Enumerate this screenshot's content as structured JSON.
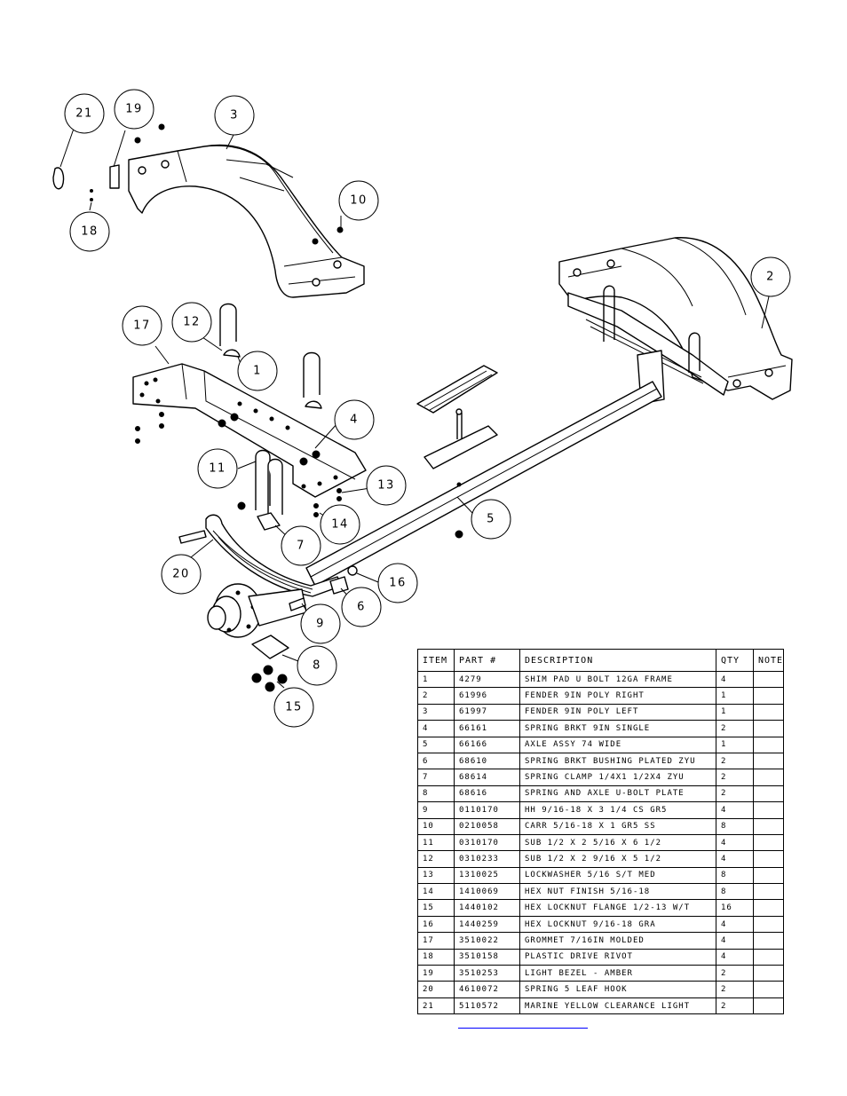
{
  "callouts": [
    "1",
    "2",
    "3",
    "4",
    "5",
    "6",
    "7",
    "8",
    "9",
    "10",
    "11",
    "12",
    "13",
    "14",
    "15",
    "16",
    "17",
    "18",
    "19",
    "20",
    "21"
  ],
  "table": {
    "headers": {
      "item": "ITEM",
      "part": "PART #",
      "description": "DESCRIPTION",
      "qty": "QTY",
      "note": "NOTE"
    },
    "rows": [
      {
        "item": "1",
        "part": "4279",
        "description": "SHIM PAD   U BOLT 12GA FRAME",
        "qty": "4",
        "note": ""
      },
      {
        "item": "2",
        "part": "61996",
        "description": "FENDER  9IN POLY RIGHT",
        "qty": "1",
        "note": ""
      },
      {
        "item": "3",
        "part": "61997",
        "description": "FENDER  9IN POLY LEFT",
        "qty": "1",
        "note": ""
      },
      {
        "item": "4",
        "part": "66161",
        "description": "SPRING BRKT   9IN SINGLE",
        "qty": "2",
        "note": ""
      },
      {
        "item": "5",
        "part": "66166",
        "description": "AXLE ASSY 74 WIDE",
        "qty": "1",
        "note": ""
      },
      {
        "item": "6",
        "part": "68610",
        "description": "SPRING BRKT BUSHING PLATED ZYU",
        "qty": "2",
        "note": ""
      },
      {
        "item": "7",
        "part": "68614",
        "description": "SPRING CLAMP   1/4X1 1/2X4  ZYU",
        "qty": "2",
        "note": ""
      },
      {
        "item": "8",
        "part": "68616",
        "description": "SPRING AND AXLE U-BOLT PLATE",
        "qty": "2",
        "note": ""
      },
      {
        "item": "9",
        "part": "0110170",
        "description": "HH 9/16-18 X 3 1/4 CS GR5",
        "qty": "4",
        "note": ""
      },
      {
        "item": "10",
        "part": "0210058",
        "description": "CARR 5/16-18 X 1 GR5 SS",
        "qty": "8",
        "note": ""
      },
      {
        "item": "11",
        "part": "0310170",
        "description": "SUB 1/2 X 2 5/16 X 6 1/2",
        "qty": "4",
        "note": ""
      },
      {
        "item": "12",
        "part": "0310233",
        "description": "SUB 1/2 X 2 9/16 X 5 1/2",
        "qty": "4",
        "note": ""
      },
      {
        "item": "13",
        "part": "1310025",
        "description": "LOCKWASHER 5/16 S/T MED",
        "qty": "8",
        "note": ""
      },
      {
        "item": "14",
        "part": "1410069",
        "description": "HEX NUT FINISH 5/16-18",
        "qty": "8",
        "note": ""
      },
      {
        "item": "15",
        "part": "1440102",
        "description": "HEX LOCKNUT FLANGE 1/2-13 W/T",
        "qty": "16",
        "note": ""
      },
      {
        "item": "16",
        "part": "1440259",
        "description": "HEX LOCKNUT 9/16-18 GRA",
        "qty": "4",
        "note": ""
      },
      {
        "item": "17",
        "part": "3510022",
        "description": "GROMMET  7/16IN MOLDED",
        "qty": "4",
        "note": ""
      },
      {
        "item": "18",
        "part": "3510158",
        "description": "PLASTIC DRIVE RIVOT",
        "qty": "4",
        "note": ""
      },
      {
        "item": "19",
        "part": "3510253",
        "description": "LIGHT BEZEL - AMBER",
        "qty": "2",
        "note": ""
      },
      {
        "item": "20",
        "part": "4610072",
        "description": "SPRING  5 LEAF HOOK",
        "qty": "2",
        "note": ""
      },
      {
        "item": "21",
        "part": "5110572",
        "description": "MARINE YELLOW CLEARANCE LIGHT",
        "qty": "2",
        "note": ""
      }
    ]
  }
}
